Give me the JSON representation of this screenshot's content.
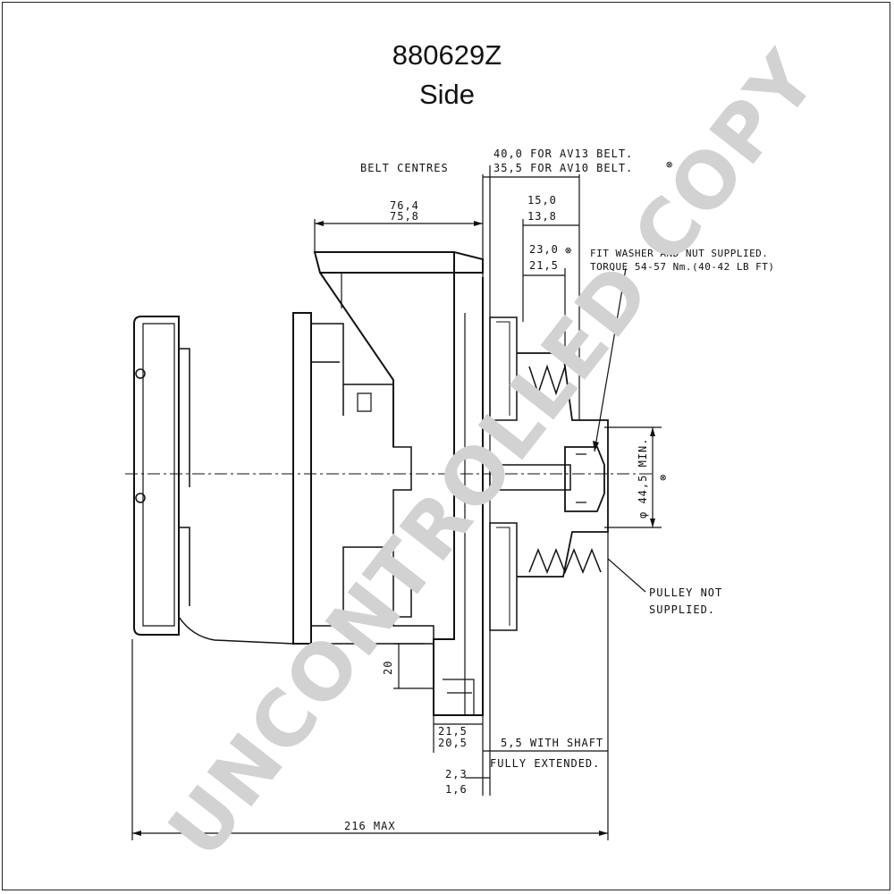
{
  "drawing": {
    "part_number": "880629Z",
    "view": "Side",
    "watermark": "UNCONTROLLED COPY"
  },
  "dimensions": {
    "belt_centres": "BELT CENTRES",
    "avi3_belt": "40,0 FOR AV13 BELT.",
    "avi0_belt": "35,5 FOR AV10 BELT.",
    "d76": "76,4",
    "d75": "75,8",
    "d15": "15,0",
    "d13": "13,8",
    "d23": "23,0",
    "d21": "21,5",
    "washer_note": "FIT WASHER AND NUT SUPPLIED.",
    "torque_note": "TORQUE 54-57 Nm.(40-42 LB FT)",
    "phi": "φ 44,5 MIN.",
    "pulley_note_1": "PULLEY NOT",
    "pulley_note_2": "SUPPLIED.",
    "d20": "20",
    "d21b": "21,5",
    "d20b": "20,5",
    "shaft_note_1": "5,5 WITH SHAFT",
    "shaft_note_2": "FULLY EXTENDED.",
    "d23b": "2,3",
    "d16": "1,6",
    "overall": "216 MAX",
    "symbol": "⊗"
  }
}
